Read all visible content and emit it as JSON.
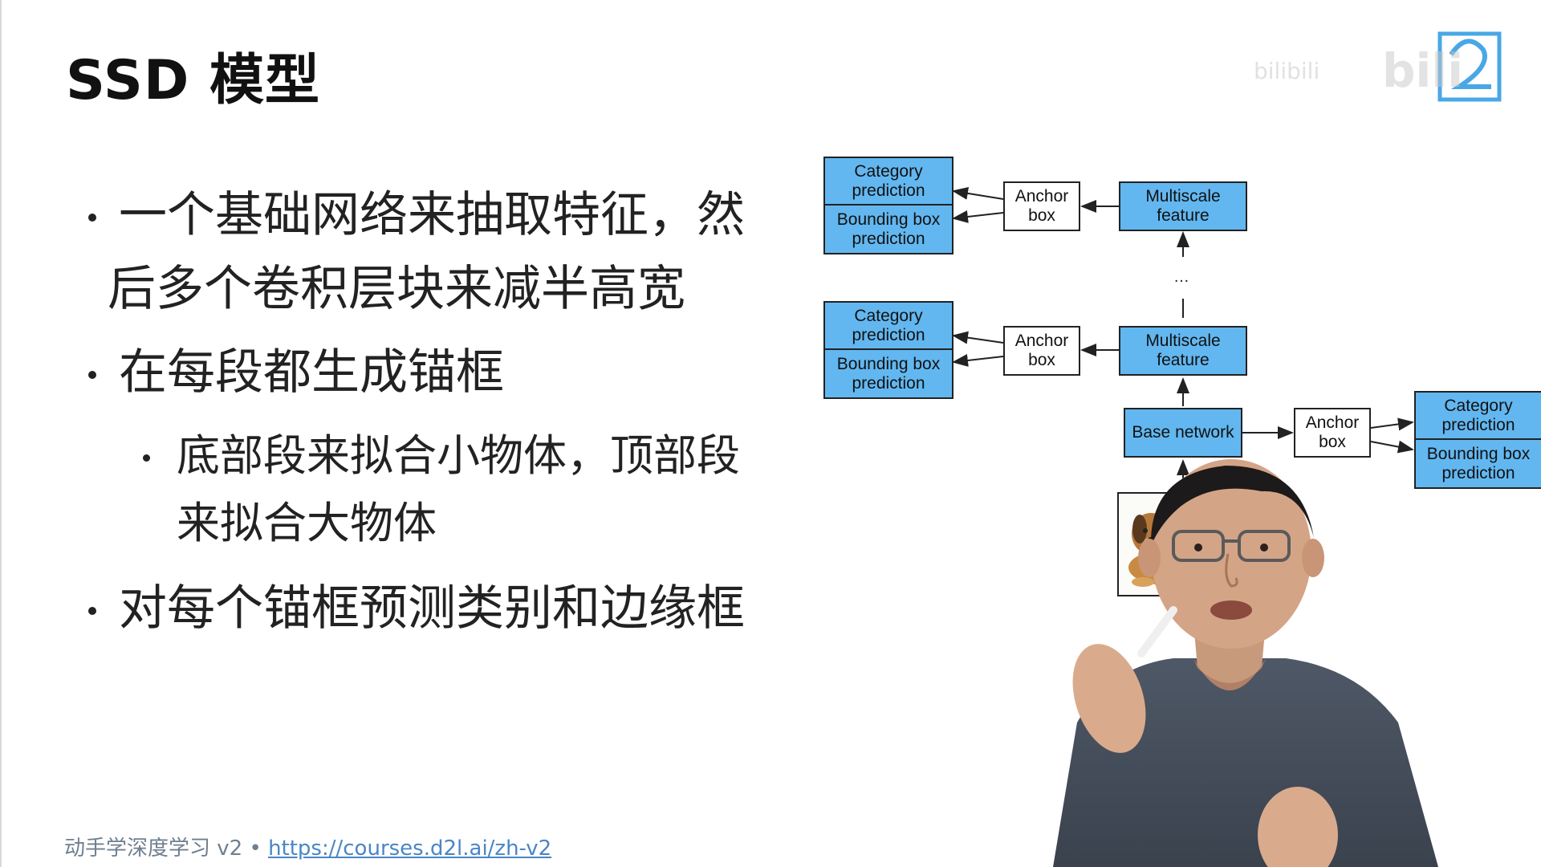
{
  "slide": {
    "title": "SSD 模型",
    "bullets": [
      {
        "line1": "一个基础网络来抽取特征，然",
        "line2": "后多个卷积层块来减半高宽"
      },
      {
        "line1": "在每段都生成锚框"
      },
      {
        "line1": "对每个锚框预测类别和边缘框"
      }
    ],
    "sub_bullet": {
      "line1": "底部段来拟合小物体，顶部段",
      "line2": "来拟合大物体"
    },
    "footer": {
      "prefix": "动手学深度学习 v2 • ",
      "link": "https://courses.d2l.ai/zh-v2"
    }
  },
  "diagram": {
    "category_prediction": "Category prediction",
    "bounding_box_prediction": "Bounding box prediction",
    "anchor_box": "Anchor box",
    "multiscale_feature": "Multiscale feature",
    "base_network": "Base network",
    "ellipsis": "…",
    "colors": {
      "box_fill": "#62b7f0",
      "border": "#222222"
    }
  },
  "watermark": {
    "logo_text": "bilibili"
  }
}
